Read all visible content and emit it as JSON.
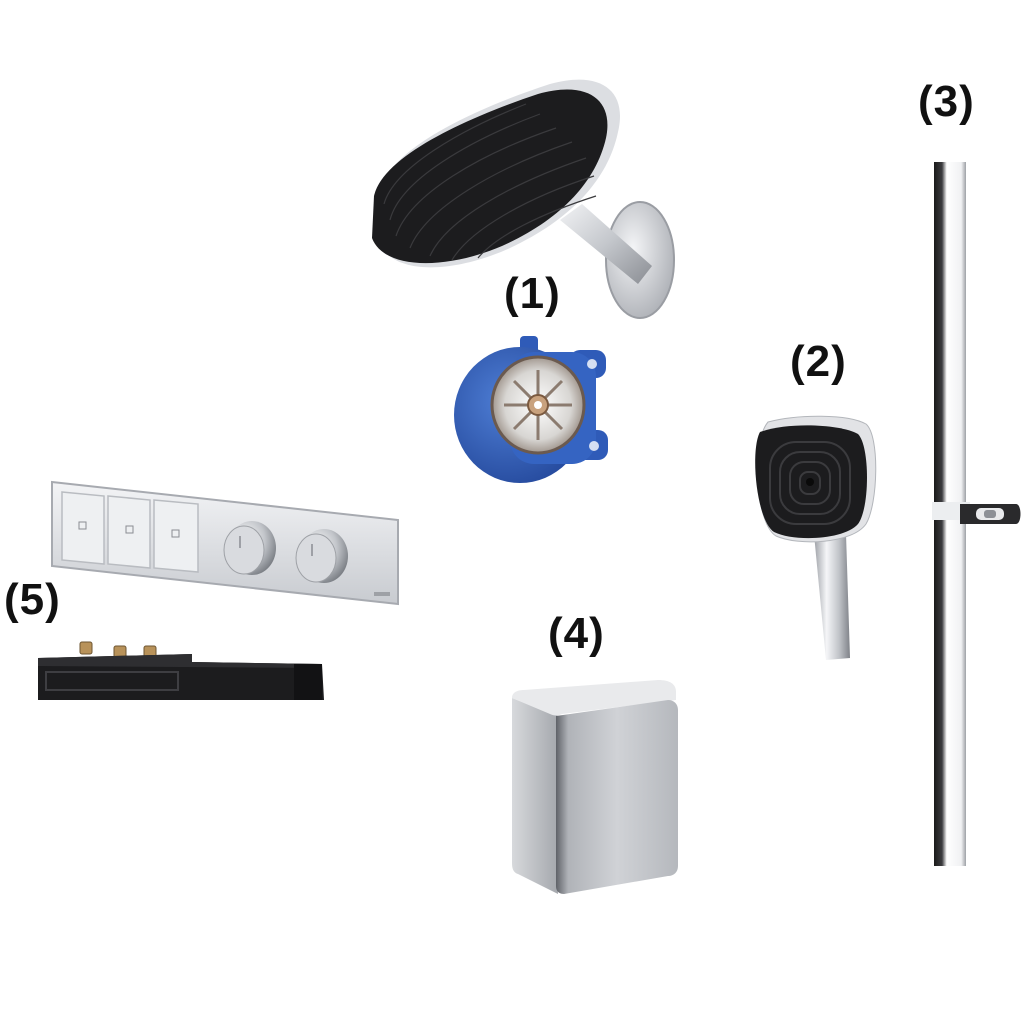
{
  "scene": {
    "background": "#ffffff",
    "description": "Concealed shower system components, numbered parts diagram"
  },
  "components": [
    {
      "id": "1",
      "label": "(1)",
      "parts": [
        "overhead-shower-head-with-wall-arm",
        "concealed-mixer-body"
      ]
    },
    {
      "id": "2",
      "label": "(2)",
      "parts": [
        "hand-shower"
      ]
    },
    {
      "id": "3",
      "label": "(3)",
      "parts": [
        "shower-rail-with-slider"
      ]
    },
    {
      "id": "4",
      "label": "(4)",
      "parts": [
        "wall-outlet-cover"
      ]
    },
    {
      "id": "5",
      "label": "(5)",
      "parts": [
        "thermostatic-control-panel",
        "concealed-installation-box"
      ]
    }
  ],
  "control_panel": {
    "buttons": 3,
    "knobs": 2
  },
  "colors": {
    "chrome_light": "#e8e9eb",
    "chrome_mid": "#b9bcc1",
    "chrome_dark": "#6d7077",
    "matte_black": "#1c1c1e",
    "mixer_blue": "#2f5bb8",
    "brass": "#b8925a",
    "label_text": "#111111"
  }
}
